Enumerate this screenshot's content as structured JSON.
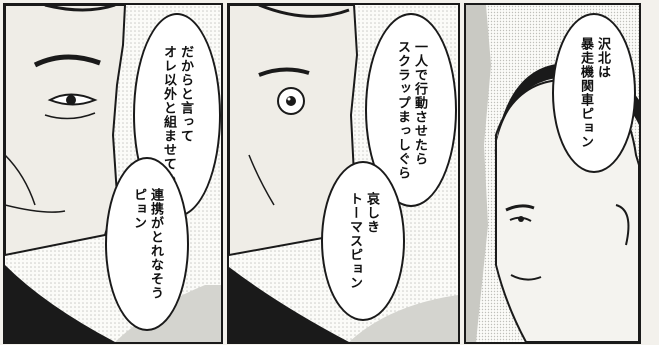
{
  "panels": [
    {
      "bubbles": [
        {
          "lines": [
            "だからと言って",
            "オレ以外と組ませても"
          ]
        },
        {
          "lines": [
            "連携がとれなそう",
            "ピョン"
          ]
        }
      ]
    },
    {
      "bubbles": [
        {
          "lines": [
            "一人で行動させたら",
            "スクラップまっしぐら"
          ]
        },
        {
          "lines": [
            "哀しき",
            "トーマスピョン"
          ]
        }
      ]
    },
    {
      "bubbles": [
        {
          "lines": [
            "沢北は",
            "暴走機関車ピョン"
          ]
        }
      ]
    }
  ],
  "colors": {
    "ink": "#1a1a1a",
    "paper": "#fbfbf8",
    "tone": "#d4d4cf"
  }
}
